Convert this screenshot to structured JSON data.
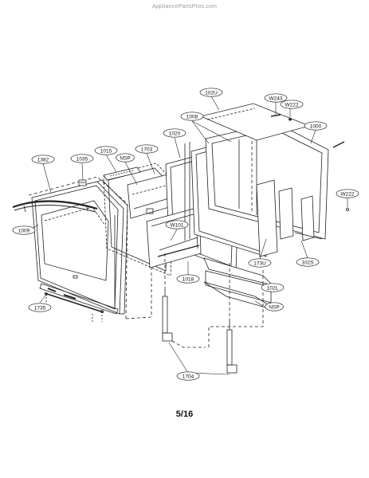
{
  "watermark": "AppliancePartsPros.com",
  "page_number": "5/16",
  "callouts": [
    {
      "label": "102U"
    },
    {
      "label": "W243"
    },
    {
      "label": "W222"
    },
    {
      "label": "1008"
    },
    {
      "label": "1000"
    },
    {
      "label": "1020"
    },
    {
      "label": "1015"
    },
    {
      "label": "1703"
    },
    {
      "label": "1035"
    },
    {
      "label": "NSP"
    },
    {
      "label": "1382"
    },
    {
      "label": "W222"
    },
    {
      "label": "1009"
    },
    {
      "label": "W101"
    },
    {
      "label": "173U"
    },
    {
      "label": "102S"
    },
    {
      "label": "1018"
    },
    {
      "label": "102L"
    },
    {
      "label": "NSP"
    },
    {
      "label": "1735"
    },
    {
      "label": "1704"
    }
  ]
}
